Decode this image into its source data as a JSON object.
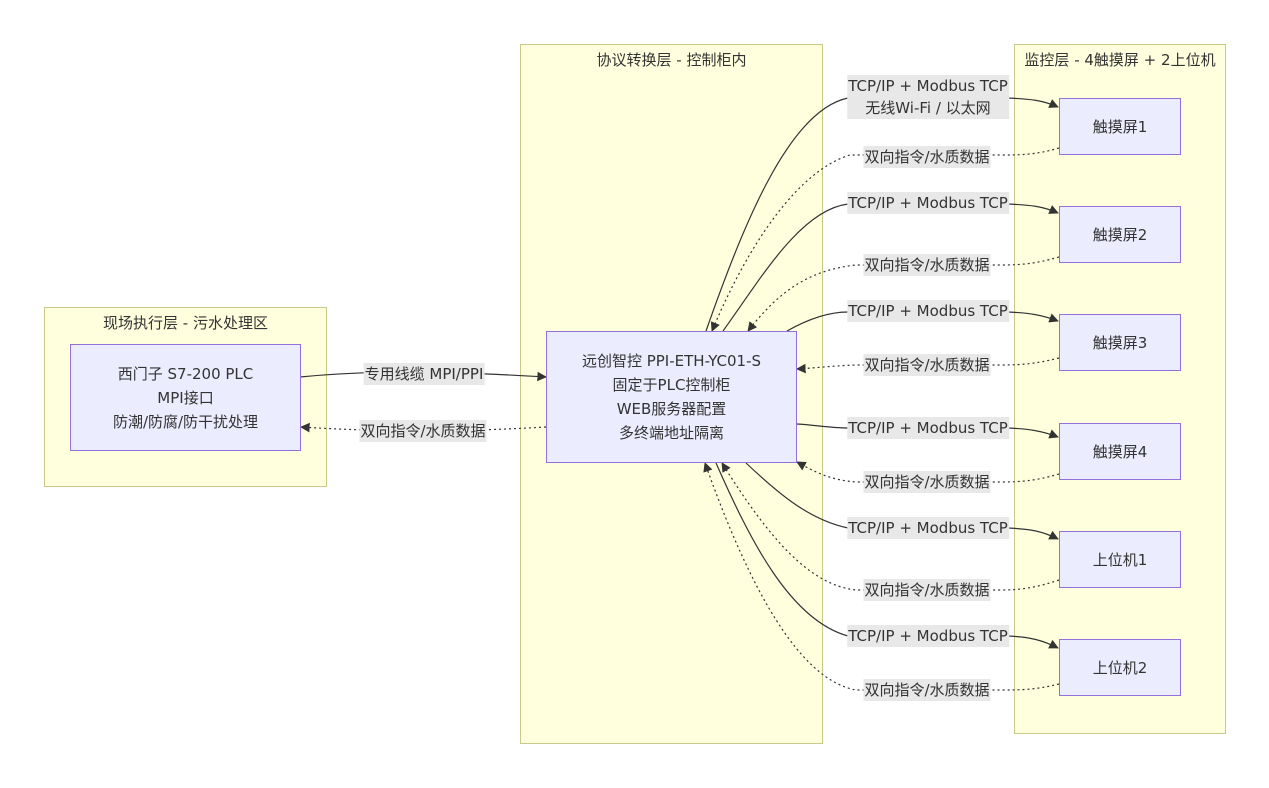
{
  "clusters": {
    "field": "现场执行层 - 污水处理区",
    "protocol": "协议转换层 - 控制柜内",
    "monitor": "监控层 - 4触摸屏 + 2上位机"
  },
  "nodes": {
    "plc": {
      "line1": "西门子 S7-200 PLC",
      "line2": "MPI接口",
      "line3": "防潮/防腐/防干扰处理"
    },
    "gateway": {
      "line1": "远创智控 PPI-ETH-YC01-S",
      "line2": "固定于PLC控制柜",
      "line3": "WEB服务器配置",
      "line4": "多终端地址隔离"
    },
    "hmi1": "触摸屏1",
    "hmi2": "触摸屏2",
    "hmi3": "触摸屏3",
    "hmi4": "触摸屏4",
    "pc1": "上位机1",
    "pc2": "上位机2"
  },
  "edge_labels": {
    "cable": "专用线缆 MPI/PPI",
    "bidir": "双向指令/水质数据",
    "tcp": "TCP/IP + Modbus TCP",
    "tcp_wireless_line2": "无线Wi-Fi / 以太网"
  }
}
